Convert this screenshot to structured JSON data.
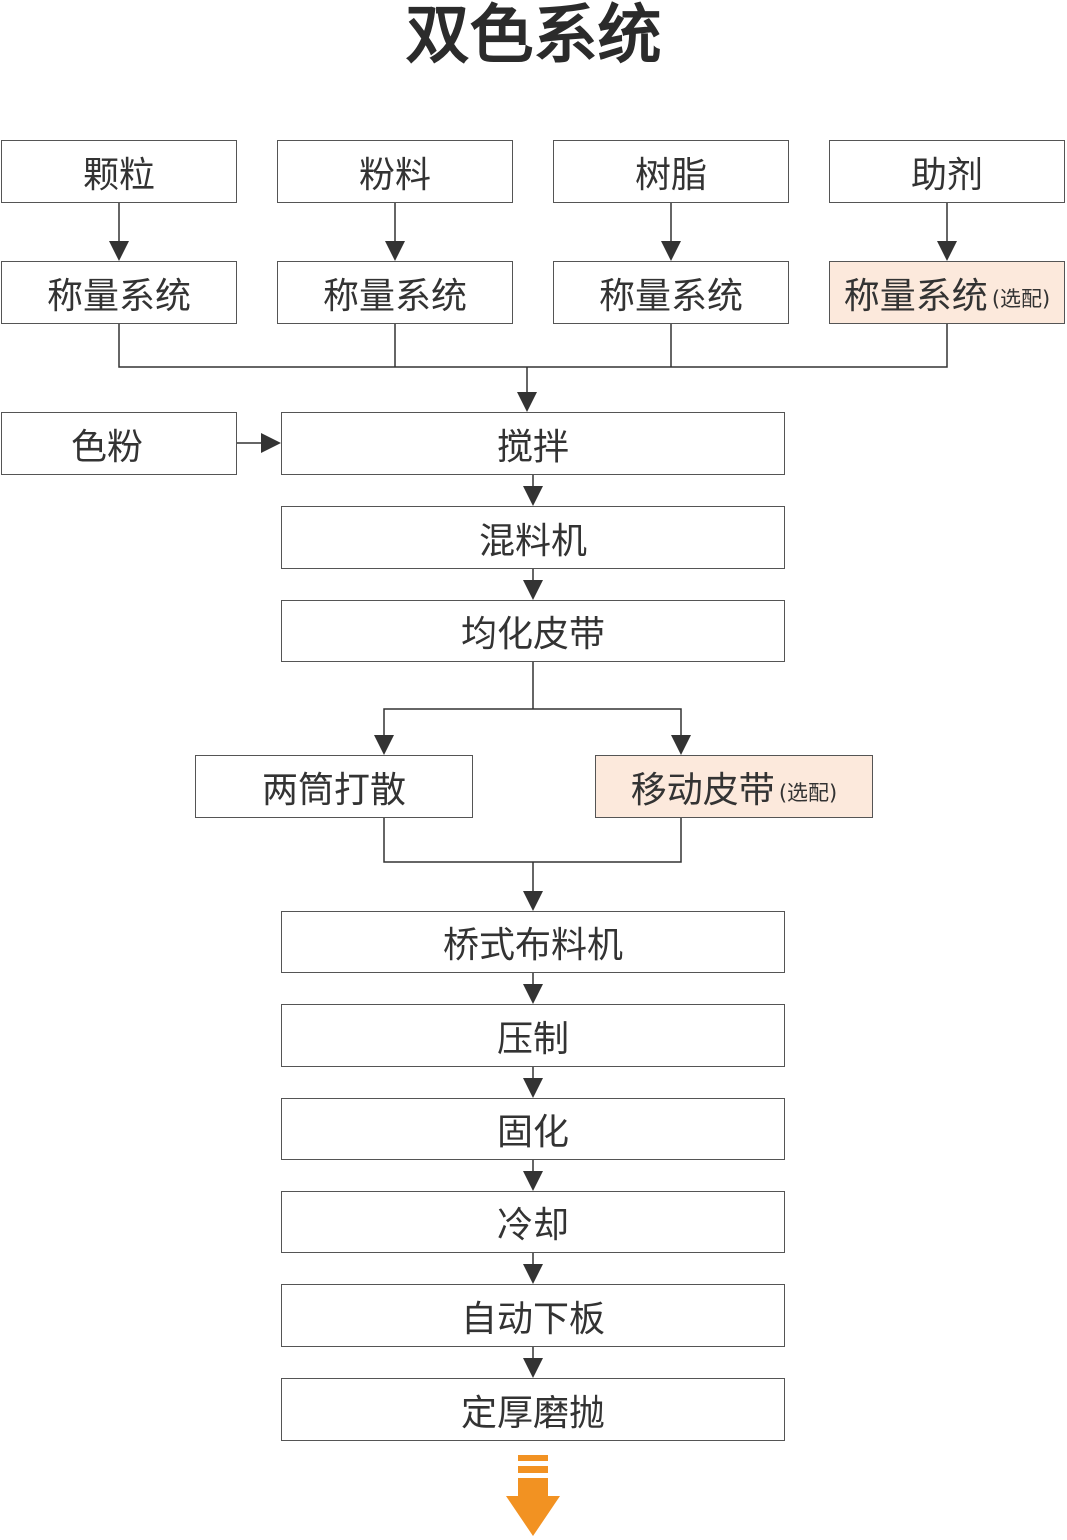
{
  "title": "双色系统",
  "nodes": {
    "keli": "颗粒",
    "fenliao": "粉料",
    "shuzhi": "树脂",
    "zhuji": "助剂",
    "weigh_1": "称量系统",
    "weigh_2": "称量系统",
    "weigh_3": "称量系统",
    "weigh_4": "称量系统",
    "weigh_4_note": "(选配)",
    "sefen": "色粉",
    "jiaoban": "搅拌",
    "hunliaoji": "混料机",
    "junhua": "均化皮带",
    "liangtong": "两筒打散",
    "yidong": "移动皮带",
    "yidong_note": "(选配)",
    "qiaoshi": "桥式布料机",
    "yazhi": "压制",
    "guhua": "固化",
    "lengque": "冷却",
    "xiaban": "自动下板",
    "mopao": "定厚磨抛"
  },
  "colors": {
    "line": "#333333",
    "border": "#555555",
    "optional_fill": "#fce9dc",
    "end_arrow": "#f29222"
  }
}
